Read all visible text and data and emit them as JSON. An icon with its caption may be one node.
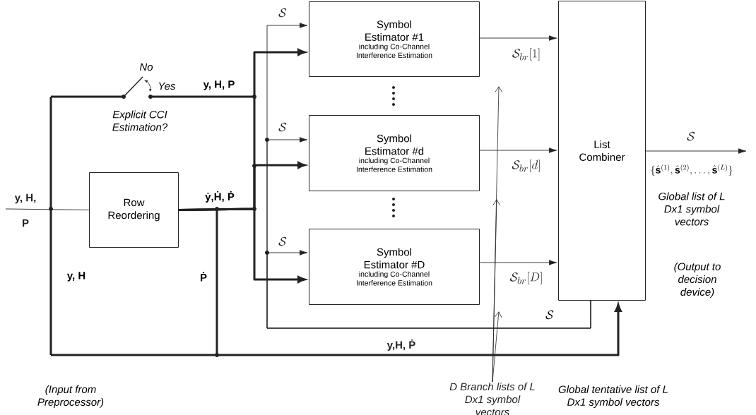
{
  "diagram": {
    "nodes": [
      {
        "text": [
          "Row Reordering"
        ]
      },
      {
        "text": [
          "Symbol Estimator #1",
          "including Co-Channel Interference Estimation"
        ]
      },
      {
        "text": [
          "Symbol Estimator #d",
          "including Co-Channel Interference Estimation"
        ]
      },
      {
        "text": [
          "Symbol Estimator #D",
          "including Co-Channel Interference Estimation"
        ]
      },
      {
        "text": [
          "List Combiner"
        ]
      },
      {
        "text": [
          "D Branch lists of L Dx1 symbol vectors"
        ]
      }
    ],
    "edges": [
      {
        "from": null,
        "to": 0,
        "arrow": "none",
        "label": "y, H, P"
      },
      {
        "from": 0,
        "to": 1,
        "arrow": "to",
        "style": "thick"
      },
      {
        "from": 0,
        "to": 2,
        "arrow": "to",
        "style": "thick"
      },
      {
        "from": 0,
        "to": 3,
        "arrow": "to",
        "style": "thick"
      },
      {
        "from": 4,
        "to": 1,
        "arrow": "to",
        "label": "\\mathcal{S}"
      },
      {
        "from": 4,
        "to": 2,
        "arrow": "to",
        "label": "\\mathcal{S}"
      },
      {
        "from": 4,
        "to": 3,
        "arrow": "to",
        "label": "\\mathcal{S}"
      },
      {
        "from": 1,
        "to": 4,
        "arrow": "to",
        "label": "\\mathcal{S}_{br}[1]"
      },
      {
        "from": 2,
        "to": 4,
        "arrow": "to",
        "label": "\\mathcal{S}_{br}[d]"
      },
      {
        "from": 3,
        "to": 4,
        "arrow": "to",
        "label": "\\mathcal{S}_{br}[D]"
      },
      {
        "from": 4,
        "to": null,
        "arrow": "to",
        "label": "\\mathcal{S}"
      },
      {
        "from": null,
        "to": 4,
        "arrow": "to",
        "style": "thick",
        "label": "y,H, Ṗ"
      },
      {
        "from": 5,
        "to": null,
        "arrow": "to"
      },
      {
        "from": 5,
        "to": null,
        "arrow": "to"
      },
      {
        "from": 5,
        "to": null,
        "arrow": "to"
      }
    ],
    "labels": [
      "No",
      "Yes",
      "Explicit CCI Estimation?",
      "y, H, P",
      "ẏ,Ḣ, Ṗ",
      "y, H",
      "Ṗ",
      "\\mathcal{S}",
      "\\{\\hat{\\mathbf{s}}^{(1)},\\hat{\\mathbf{s}}^{(2)},\\ldots,\\hat{\\mathbf{s}}^{(L)}\\}",
      "Global list of L Dx1 symbol vectors",
      "(Output to decision device)",
      "(Input from Preprocessor)",
      "Global tentative list of L Dx1 symbol vectors"
    ]
  }
}
